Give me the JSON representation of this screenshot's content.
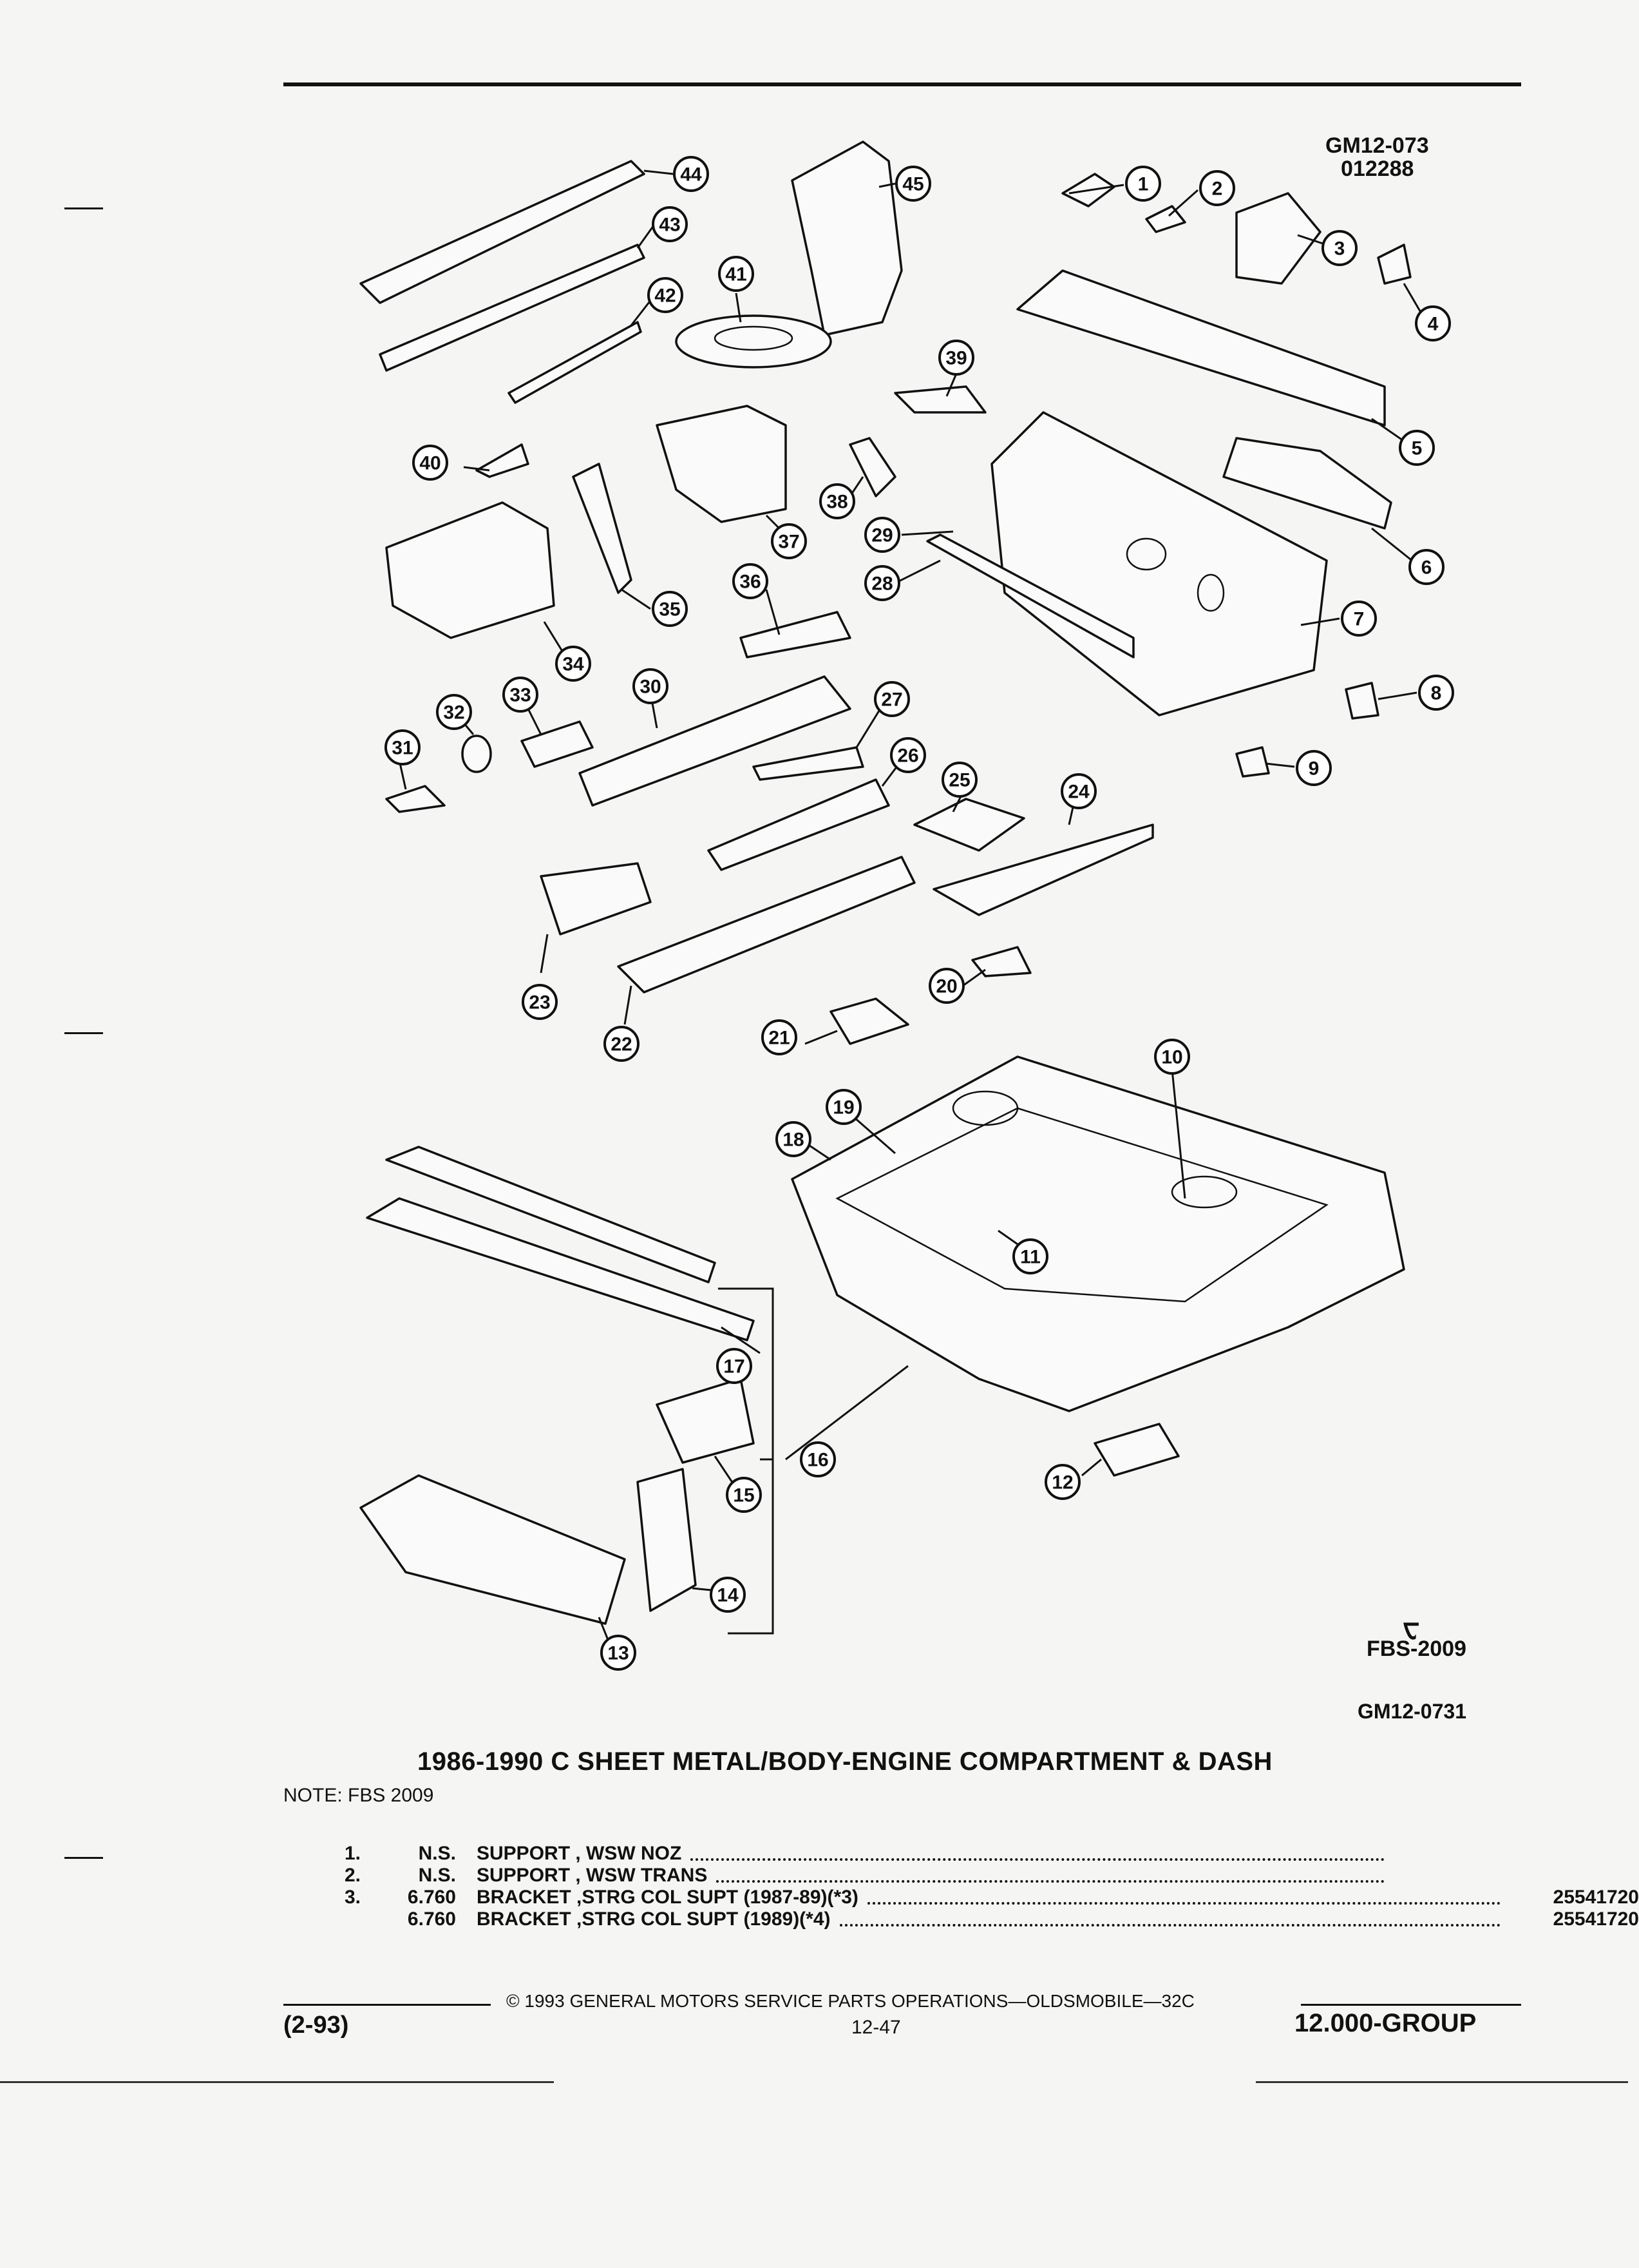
{
  "header": {
    "doc_code": "GM12-073",
    "doc_date": "012288"
  },
  "diagram": {
    "callouts": [
      "1",
      "2",
      "3",
      "4",
      "5",
      "6",
      "7",
      "8",
      "9",
      "10",
      "11",
      "12",
      "13",
      "14",
      "15",
      "16",
      "17",
      "18",
      "19",
      "20",
      "21",
      "22",
      "23",
      "24",
      "25",
      "26",
      "27",
      "28",
      "29",
      "30",
      "31",
      "32",
      "33",
      "34",
      "35",
      "36",
      "37",
      "38",
      "39",
      "40",
      "41",
      "42",
      "43",
      "44",
      "45"
    ],
    "fbs_mark": "ᠸ",
    "fbs_label": "FBS-2009",
    "figure_code": "GM12-0731"
  },
  "title": "1986-1990 C SHEET METAL/BODY-ENGINE COMPARTMENT & DASH",
  "note": "NOTE:  FBS 2009",
  "parts": [
    {
      "num": "1.",
      "qty": "N.S.",
      "desc": "SUPPORT , WSW NOZ",
      "part_no": ""
    },
    {
      "num": "2.",
      "qty": "N.S.",
      "desc": "SUPPORT , WSW TRANS",
      "part_no": ""
    },
    {
      "num": "3.",
      "qty": "6.760",
      "desc": "BRACKET ,STRG COL SUPT (1987-89)(*3)",
      "part_no": "25541720"
    },
    {
      "num": "",
      "qty": "6.760",
      "desc": "BRACKET ,STRG COL SUPT (1989)(*4)",
      "part_no": "25541720"
    }
  ],
  "footer": {
    "copyright": "©  1993  GENERAL MOTORS SERVICE PARTS OPERATIONS—OLDSMOBILE—32C",
    "date_code": "(2-93)",
    "page": "12-47",
    "group": "12.000-GROUP"
  }
}
